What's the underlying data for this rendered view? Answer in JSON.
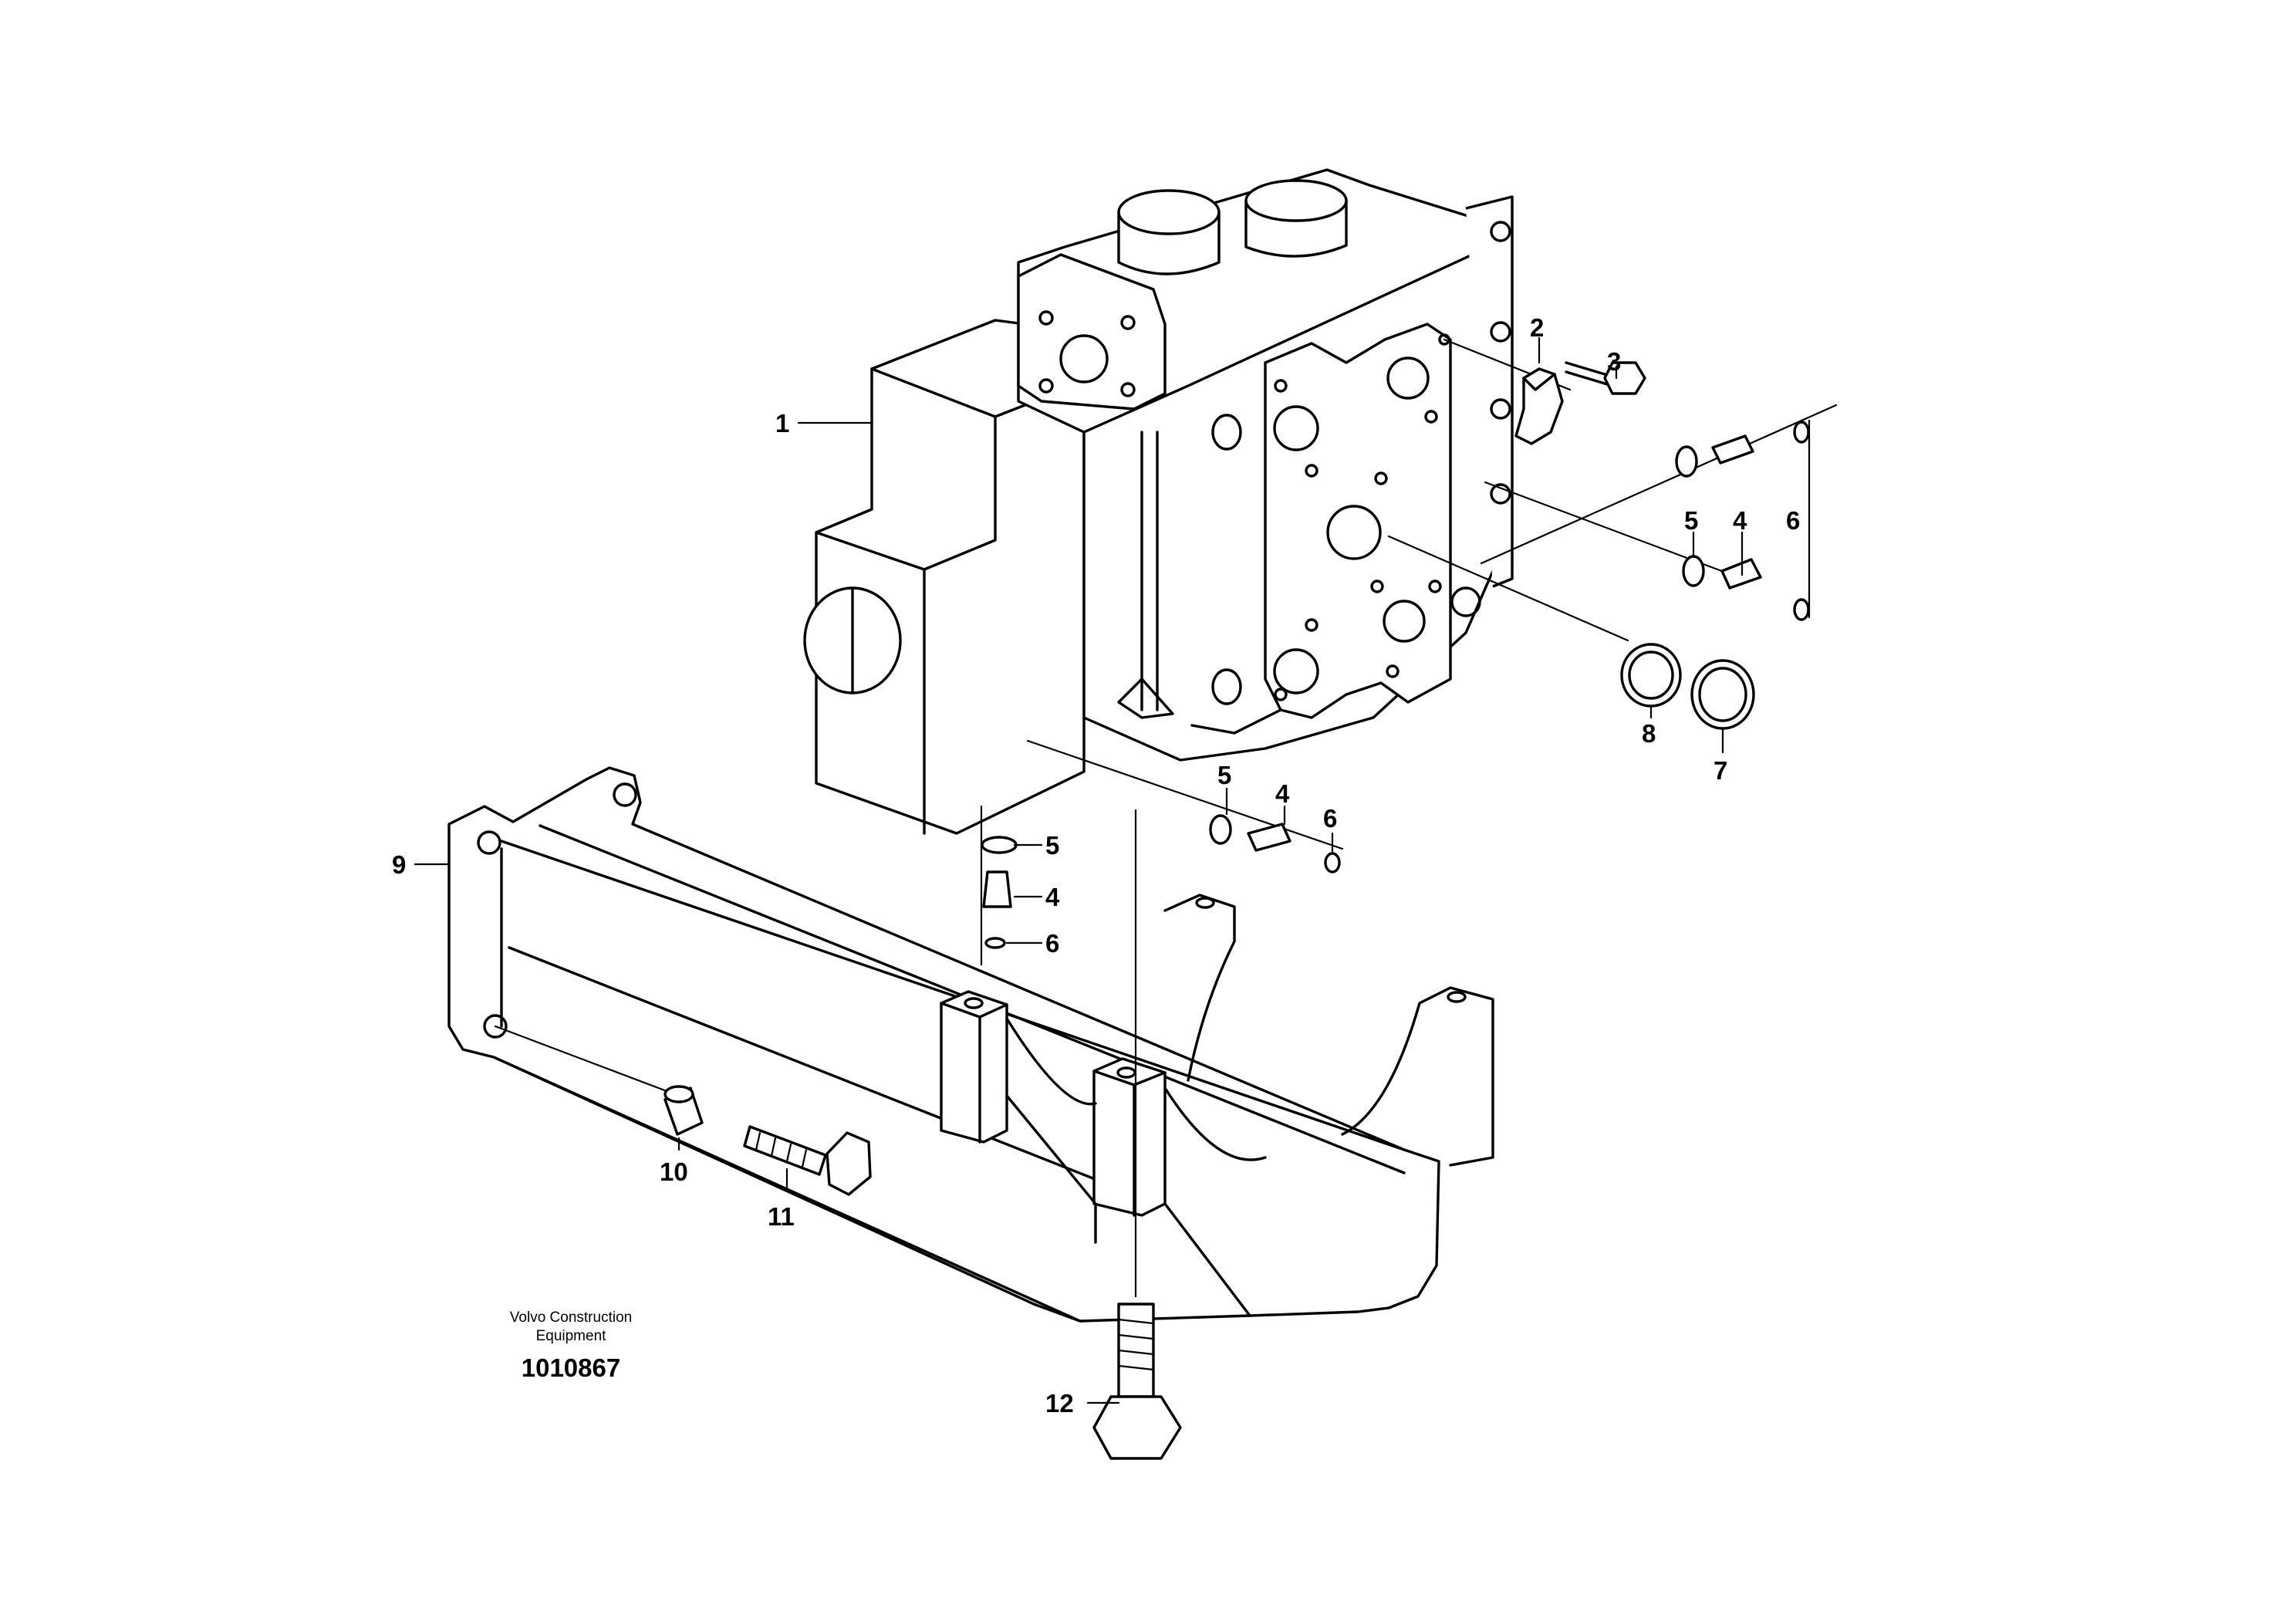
{
  "callouts": [
    "1",
    "2",
    "3",
    "4",
    "5",
    "6",
    "7",
    "8",
    "9",
    "10",
    "11",
    "12"
  ],
  "caption": {
    "line1": "Volvo Construction",
    "line2": "Equipment",
    "drawing_number": "1010867"
  }
}
